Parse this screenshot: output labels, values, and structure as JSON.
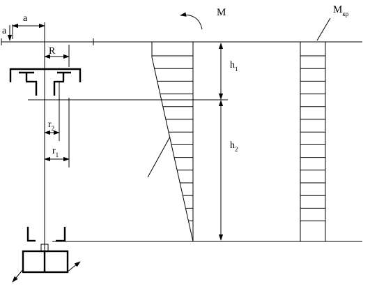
{
  "labels": {
    "a_top": "a",
    "a_left": "a",
    "R": "R",
    "r2_main": "r",
    "r2_sub": "2",
    "r1_main": "r",
    "r1_sub": "1",
    "M": "M",
    "Mkr_main": "M",
    "Mkr_sub": "кр",
    "h1_main": "h",
    "h1_sub": "1",
    "h2_main": "h",
    "h2_sub": "2"
  }
}
